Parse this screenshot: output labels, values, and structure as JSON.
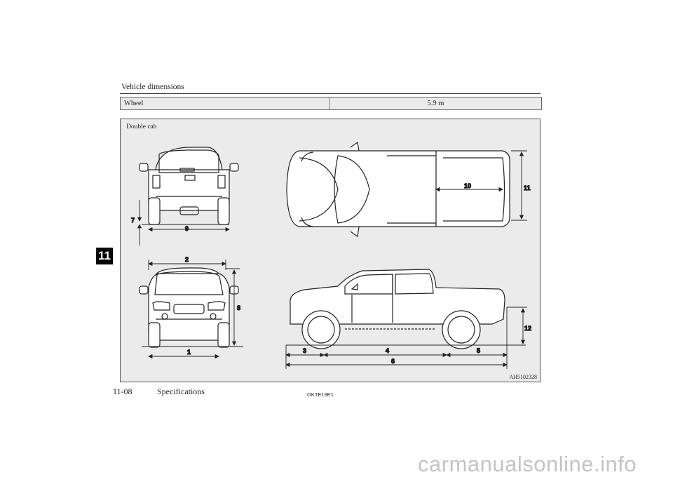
{
  "header": {
    "section_title": "Vehicle dimensions"
  },
  "spec_table": {
    "rows": [
      {
        "label": "Wheel",
        "value": "5.9 m"
      }
    ]
  },
  "figure": {
    "caption": "Double cab",
    "code": "AH5102328",
    "dimension_labels": [
      "1",
      "2",
      "3",
      "4",
      "5",
      "6",
      "7",
      "8",
      "9",
      "10",
      "11",
      "12"
    ]
  },
  "chapter_tab": "11",
  "footer": {
    "page_number": "11-08",
    "chapter_name": "Specifications",
    "doc_code": "OKTE19E1"
  },
  "watermark": "carmanualsonline.info"
}
